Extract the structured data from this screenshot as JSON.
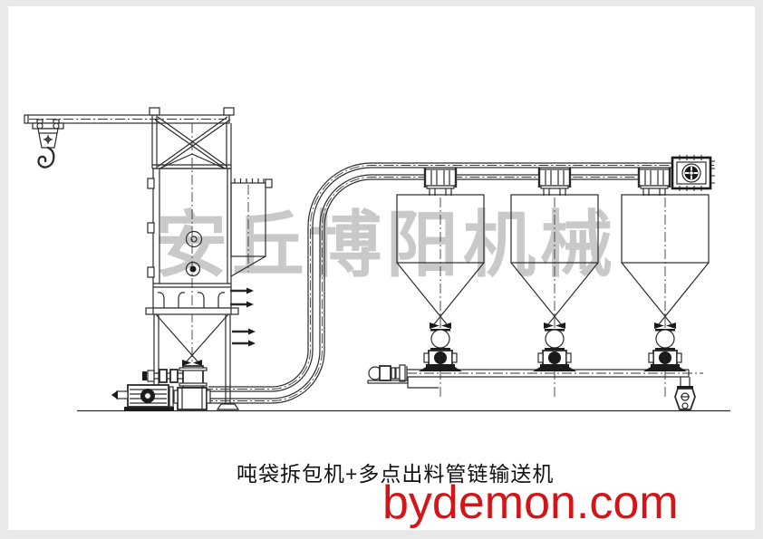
{
  "frame": {
    "border_color": "#e9e9e7",
    "canvas_color": "#ffffff",
    "line_color": "#2b2b2b"
  },
  "watermark": {
    "text": "安丘博阳机械",
    "color": "#c9c9c9"
  },
  "caption": {
    "text": "吨袋拆包机+多点出料管链输送机",
    "color": "#111111"
  },
  "site_watermark": {
    "text": "bydemon.com",
    "color": "#d51417"
  },
  "diagram": {
    "title": "吨袋拆包机+多点出料管链输送机",
    "parts": [
      {
        "name": "jib-crane-hook"
      },
      {
        "name": "support-tower"
      },
      {
        "name": "unpacking-cabinet"
      },
      {
        "name": "dust-collector-box"
      },
      {
        "name": "vibrating-funnel"
      },
      {
        "name": "left-rotary-valve"
      },
      {
        "name": "left-drive-motor"
      },
      {
        "name": "tube-chain-conveyor"
      },
      {
        "name": "discharge-hopper-1"
      },
      {
        "name": "discharge-hopper-2"
      },
      {
        "name": "discharge-hopper-3"
      },
      {
        "name": "corner-drive-unit"
      },
      {
        "name": "bottom-conveyor-pipe"
      },
      {
        "name": "bottom-pipe-motor"
      },
      {
        "name": "chain-tensioner"
      },
      {
        "name": "ground-line"
      }
    ]
  }
}
